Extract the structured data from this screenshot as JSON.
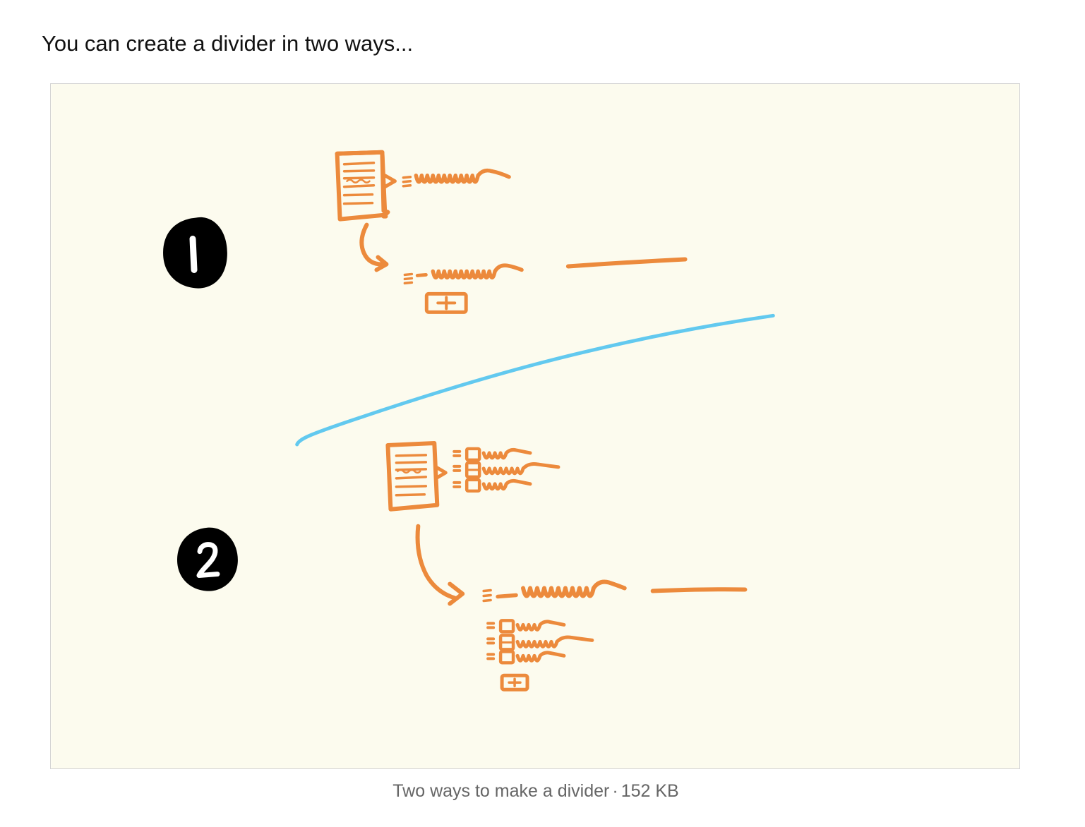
{
  "intro_text": "You can create a divider in two ways...",
  "attachment": {
    "caption": "Two ways to make a divider",
    "separator": "·",
    "size": "152 KB"
  },
  "sketch": {
    "markers": [
      "1",
      "2"
    ],
    "colors": {
      "background": "#fcfbee",
      "stroke": "#ec8a3c",
      "divider": "#62c9ef",
      "marker": "#000000",
      "marker_text": "#ffffff"
    },
    "icons": [
      "document-icon",
      "add-button-icon",
      "checkbox-list-icon",
      "arrow-icon"
    ]
  }
}
